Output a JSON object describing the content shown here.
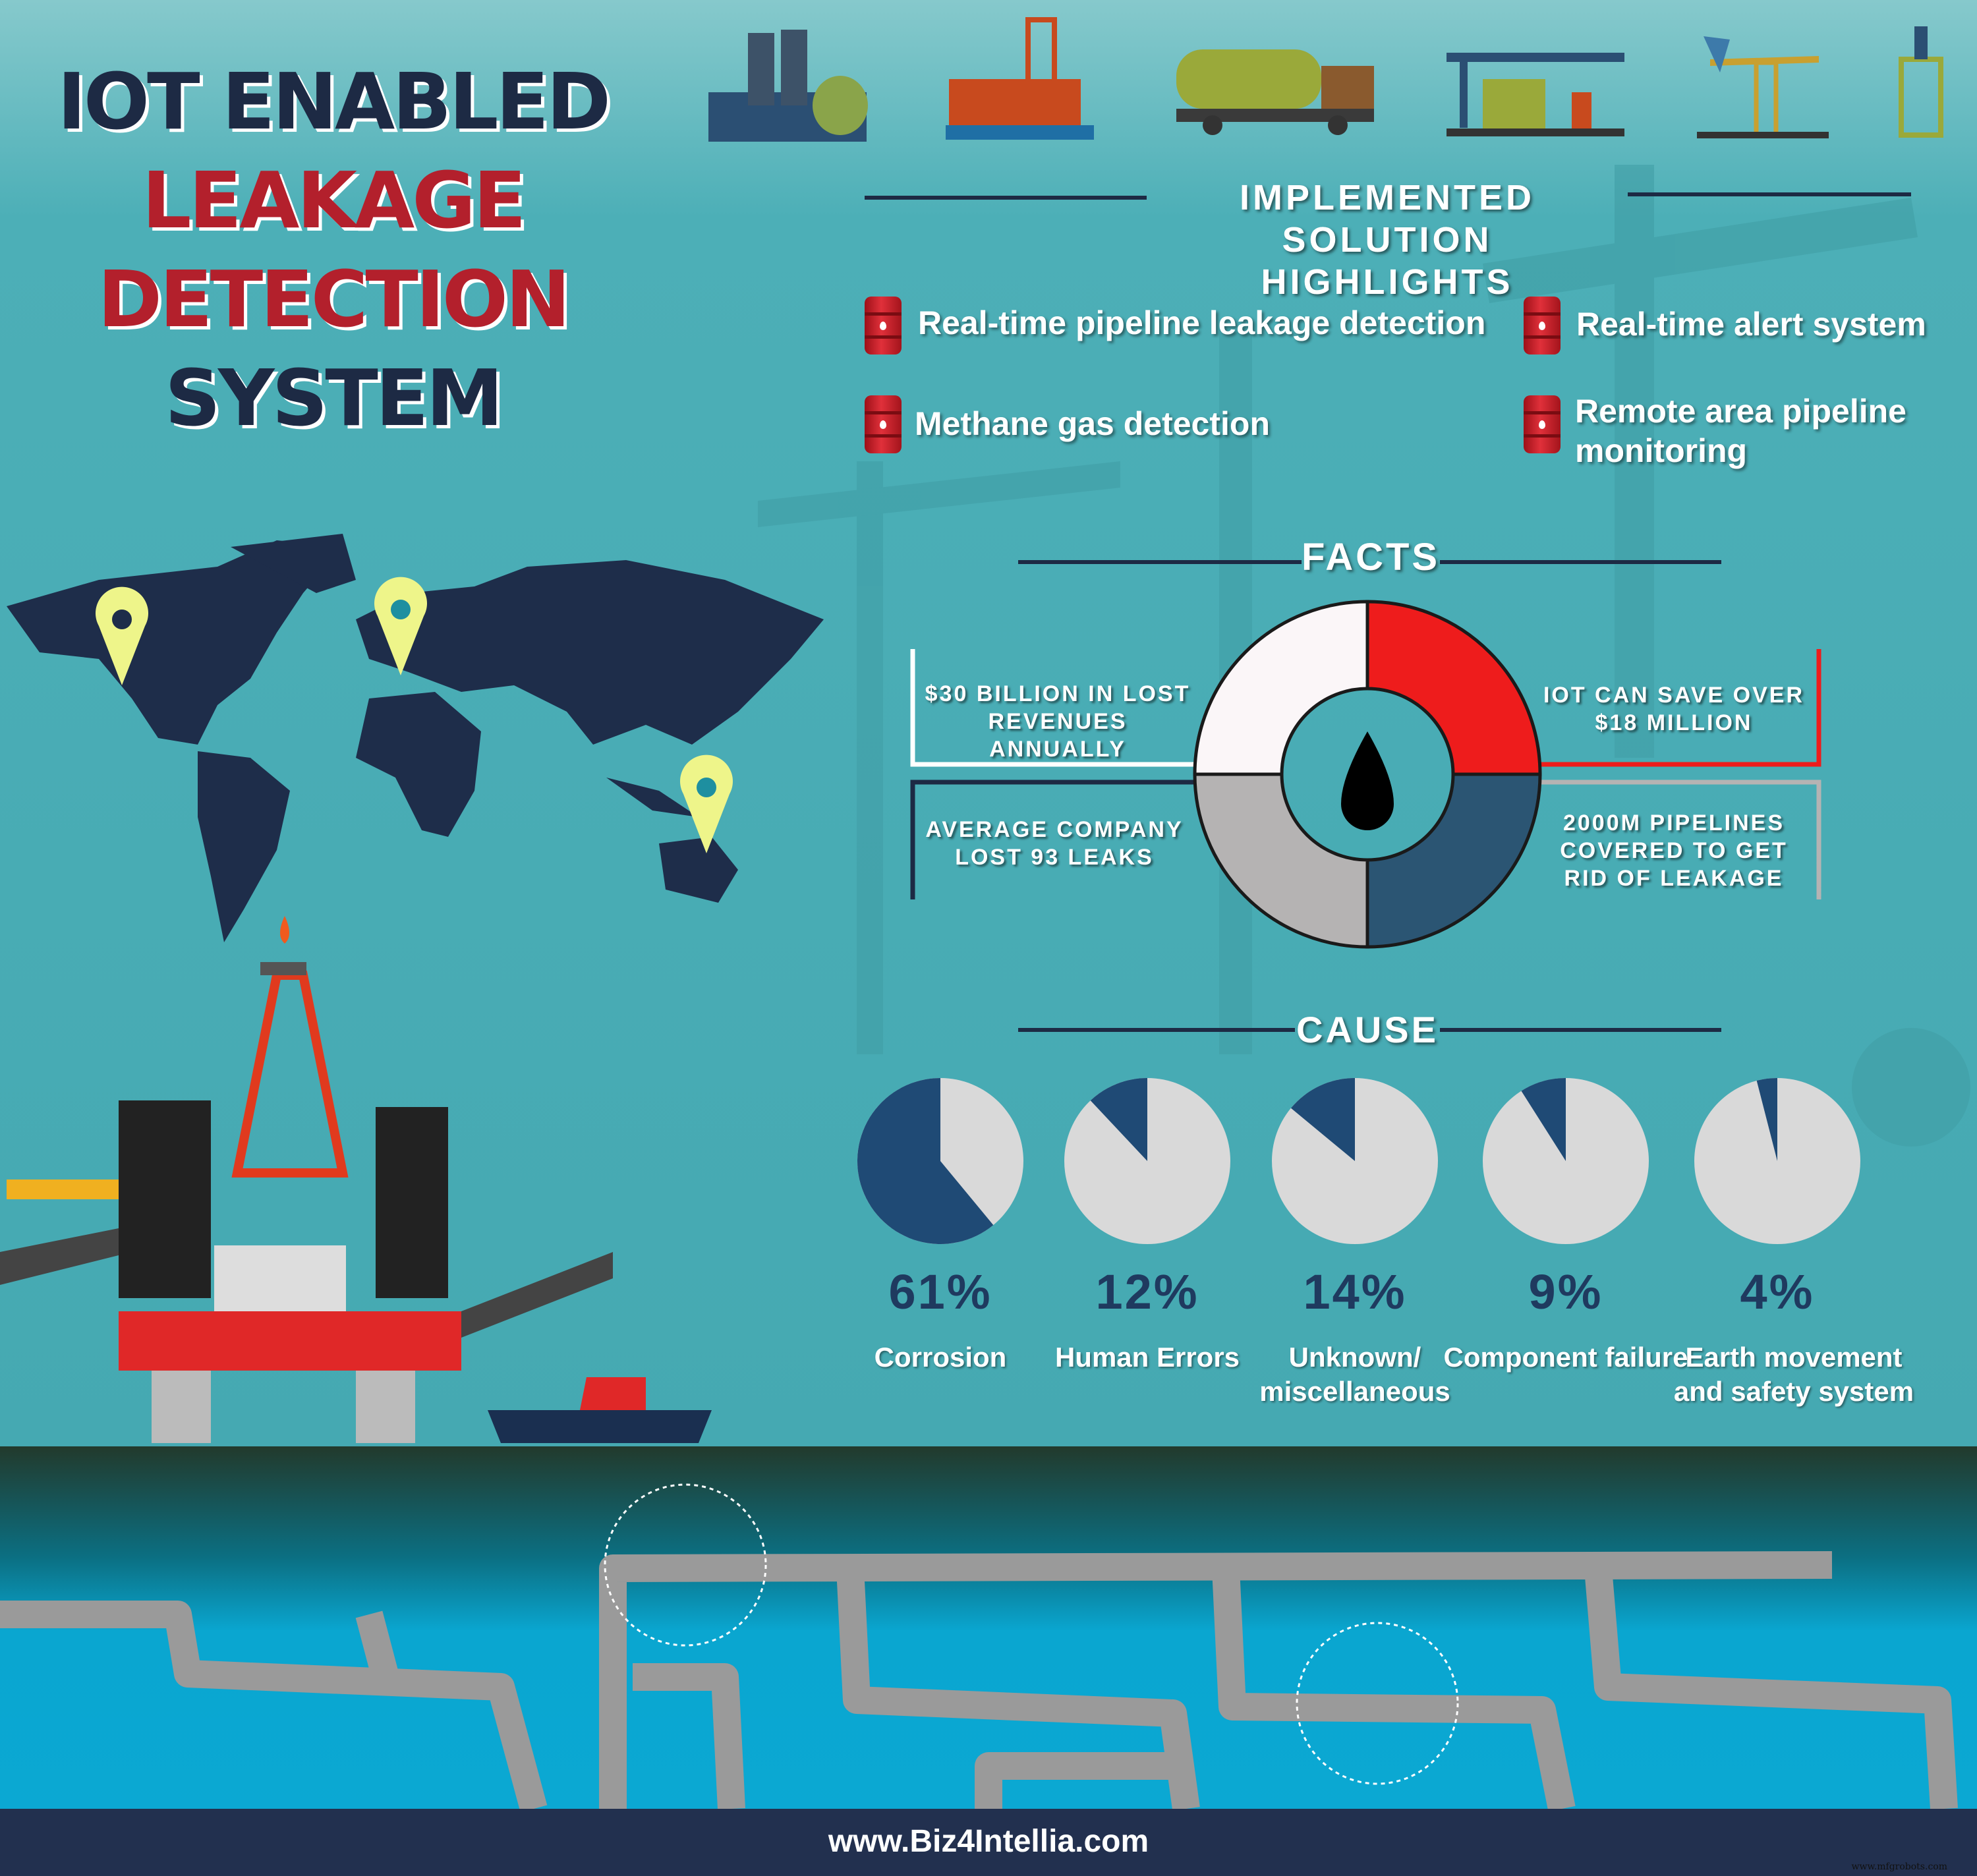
{
  "title": {
    "line1": "IOT ENABLED",
    "line2": "LEAKAGE",
    "line3": "DETECTION",
    "line4": "SYSTEM"
  },
  "top_icons": [
    "refinery-icon",
    "offshore-platform-icon",
    "tanker-truck-icon",
    "gas-station-icon",
    "pumpjack-icon",
    "oil-derrick-icon"
  ],
  "highlights": {
    "heading_line1": "IMPLEMENTED SOLUTION",
    "heading_line2": "HIGHLIGHTS",
    "items": [
      {
        "label": "Real-time pipeline leakage detection",
        "icon": "oil-barrel-icon"
      },
      {
        "label": "Real-time alert system",
        "icon": "oil-barrel-icon"
      },
      {
        "label": "Methane gas detection",
        "icon": "oil-barrel-icon"
      },
      {
        "label": "Remote area pipeline monitoring",
        "icon": "oil-barrel-icon"
      }
    ]
  },
  "facts": {
    "heading": "FACTS",
    "items": [
      {
        "text": "$30 BILLION IN LOST REVENUES ANNUALLY",
        "color": "#fbf6f8"
      },
      {
        "text": "IOT CAN SAVE OVER $18 MILLION",
        "color": "#ee1c1c"
      },
      {
        "text": "AVERAGE COMPANY LOST 93 LEAKS",
        "color": "#2b5573"
      },
      {
        "text": "2000M PIPELINES COVERED TO GET RID OF LEAKAGE",
        "color": "#b5b3b3"
      }
    ],
    "center_icon": "oil-drop-icon"
  },
  "chart_data": {
    "type": "pie",
    "title": "CAUSE",
    "categories": [
      "Corrosion",
      "Human Errors",
      "Unknown/ miscellaneous",
      "Component failure",
      "Earth movement and safety system"
    ],
    "values": [
      61,
      12,
      14,
      9,
      4
    ],
    "value_labels": [
      "61%",
      "12%",
      "14%",
      "9%",
      "4%"
    ],
    "colors": {
      "slice": "#1f4a75",
      "rest": "#d9d9d9"
    }
  },
  "map_pins": [
    "map-pin-icon",
    "map-pin-icon",
    "map-pin-icon"
  ],
  "footer": {
    "url": "www.Biz4Intellia.com",
    "watermark": "www.mfgrobots.com"
  },
  "colors": {
    "background": "#48aeb6",
    "navy": "#1d2a44",
    "red": "#b3202c",
    "water": "#0fa6cf",
    "pin": "#eef58a"
  }
}
